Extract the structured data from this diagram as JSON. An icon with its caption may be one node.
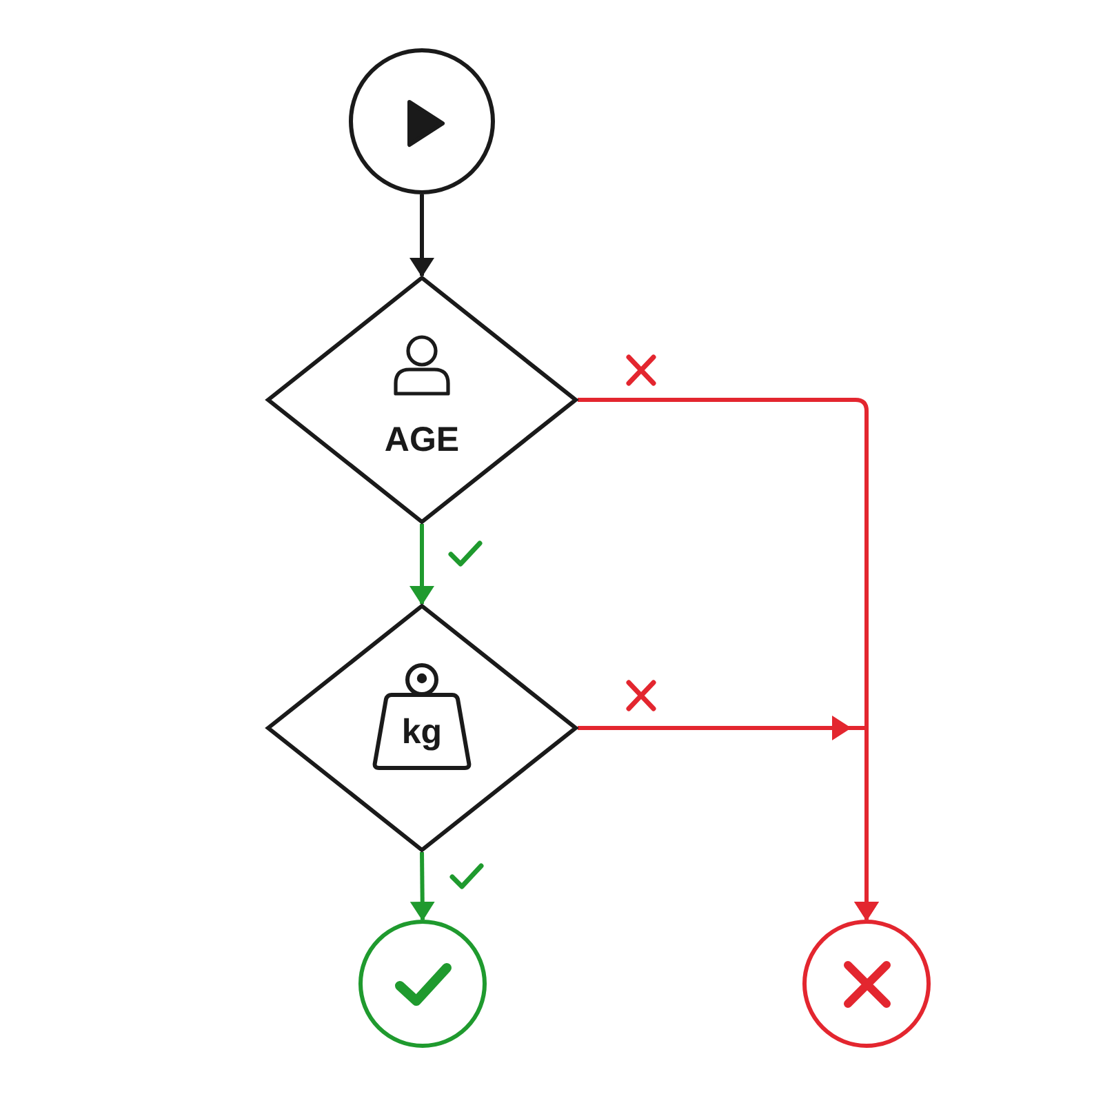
{
  "diagram": {
    "nodes": [
      {
        "text": [],
        "shape": "circle"
      },
      {
        "text": [
          "AGE"
        ]
      },
      {
        "text": [
          "kg"
        ]
      },
      {
        "text": [],
        "shape": "circle"
      },
      {
        "text": [],
        "shape": "circle"
      }
    ],
    "edges": [
      {
        "from": 0,
        "to": 1,
        "arrow": "to",
        "color": "#1a1a1a"
      },
      {
        "from": 1,
        "to": 2,
        "arrow": "to",
        "color": "#1f9a2e"
      },
      {
        "from": 1,
        "to": 4,
        "arrow": "to",
        "color": "#e3262f"
      },
      {
        "from": 2,
        "to": 4,
        "arrow": "to",
        "color": "#e3262f"
      },
      {
        "from": 2,
        "to": 3,
        "arrow": "to",
        "color": "#1f9a2e"
      }
    ]
  }
}
